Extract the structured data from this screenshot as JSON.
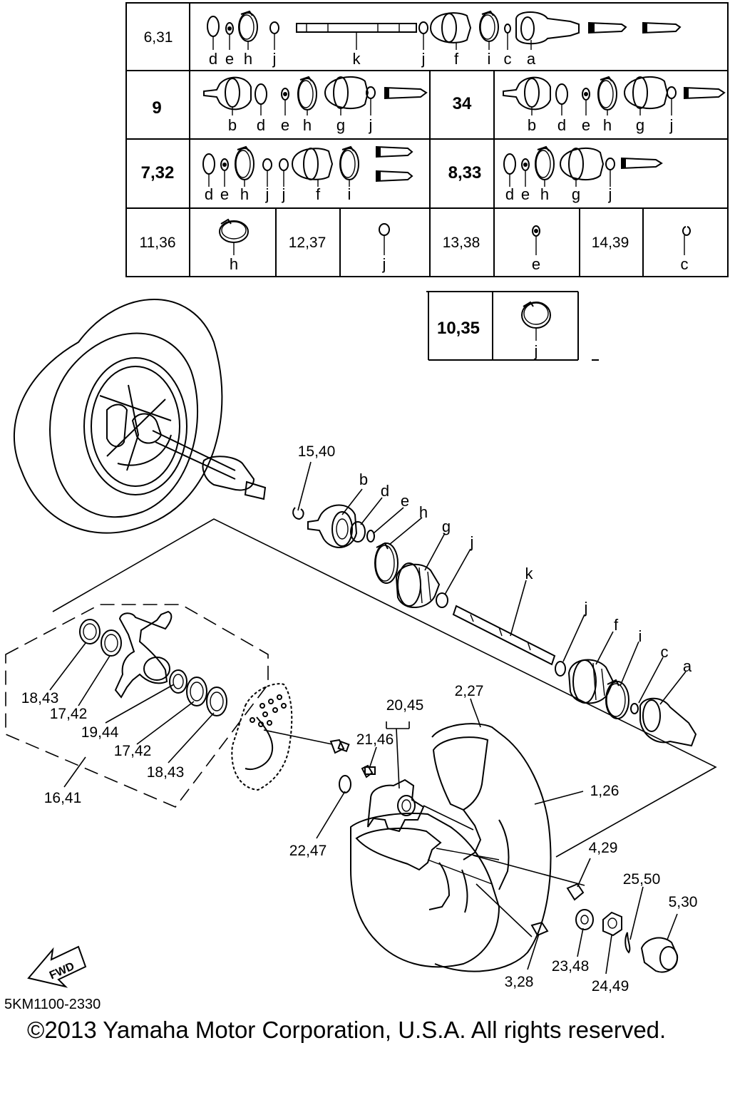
{
  "table": {
    "row1": {
      "ref": "6,31",
      "letters": [
        "d",
        "e",
        "h",
        "j",
        "k",
        "j",
        "f",
        "i",
        "c",
        "a"
      ]
    },
    "row2_left": {
      "ref": "9",
      "letters": [
        "b",
        "d",
        "e",
        "h",
        "g",
        "j"
      ]
    },
    "row2_right": {
      "ref": "34",
      "letters": [
        "b",
        "d",
        "e",
        "h",
        "g",
        "j"
      ]
    },
    "row3_left": {
      "ref": "7,32",
      "letters": [
        "d",
        "e",
        "h",
        "j",
        "j",
        "f",
        "i"
      ]
    },
    "row3_right": {
      "ref": "8,33",
      "letters": [
        "d",
        "e",
        "h",
        "g",
        "j"
      ]
    },
    "row4": [
      {
        "ref": "11,36",
        "letter": "h"
      },
      {
        "ref": "12,37",
        "letter": "j"
      },
      {
        "ref": "13,38",
        "letter": "e"
      },
      {
        "ref": "14,39",
        "letter": "c"
      }
    ],
    "extra": {
      "ref": "10,35",
      "letter": "j"
    }
  },
  "callouts": {
    "c15_40": "15,40",
    "b": "b",
    "d": "d",
    "e": "e",
    "h": "h",
    "g": "g",
    "j1": "j",
    "k": "k",
    "j2": "j",
    "f": "f",
    "i": "i",
    "c": "c",
    "a": "a",
    "c18_43a": "18,43",
    "c17_42a": "17,42",
    "c19_44": "19,44",
    "c17_42b": "17,42",
    "c18_43b": "18,43",
    "c16_41": "16,41",
    "c20_45": "20,45",
    "c21_46": "21,46",
    "c2_27": "2,27",
    "c1_26": "1,26",
    "c22_47": "22,47",
    "c4_29": "4,29",
    "c25_50": "25,50",
    "c5_30": "5,30",
    "c3_28": "3,28",
    "c23_48": "23,48",
    "c24_49": "24,49"
  },
  "fwd_label": "FWD",
  "diagram_code": "5KM1100-2330",
  "copyright": "©2013 Yamaha Motor Corporation, U.S.A. All rights reserved."
}
